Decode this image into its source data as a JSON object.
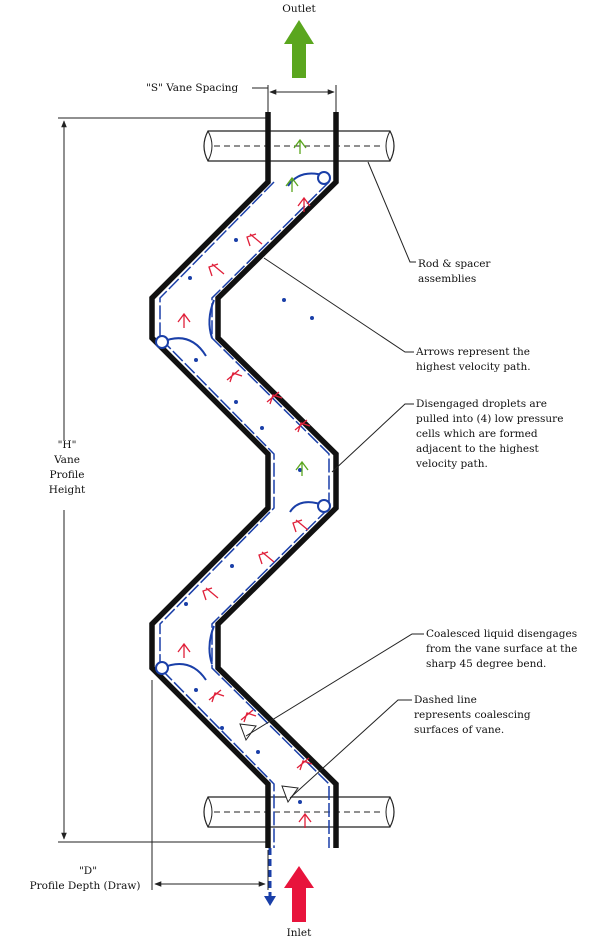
{
  "labels": {
    "outlet": "Outlet",
    "inlet": "Inlet",
    "vane_spacing": "\"S\" Vane Spacing",
    "height_q": "\"H\"",
    "height_1": "Vane",
    "height_2": "Profile",
    "height_3": "Height",
    "depth_q": "\"D\"",
    "depth_1": "Profile Depth (Draw)"
  },
  "callouts": {
    "rod_1": "Rod & spacer",
    "rod_2": "assemblies",
    "arrows_1": "Arrows represent the",
    "arrows_2": "highest velocity path.",
    "diseng_1": "Disengaged droplets are",
    "diseng_2": "pulled into (4) low pressure",
    "diseng_3": "cells which are formed",
    "diseng_4": "adjacent to the highest",
    "diseng_5": "velocity path.",
    "coal_1": "Coalesced liquid disengages",
    "coal_2": "from the vane surface at the",
    "coal_3": "sharp 45 degree bend.",
    "dash_1": "Dashed line",
    "dash_2": "represents coalescing",
    "dash_3": "surfaces of vane."
  },
  "colors": {
    "vane": "#111111",
    "coalescing_line": "#1a3fa8",
    "velocity_arrow": "#e0203a",
    "inlet_arrow": "#e8143c",
    "outlet_arrow": "#5aa61e",
    "dimension": "#222222"
  }
}
